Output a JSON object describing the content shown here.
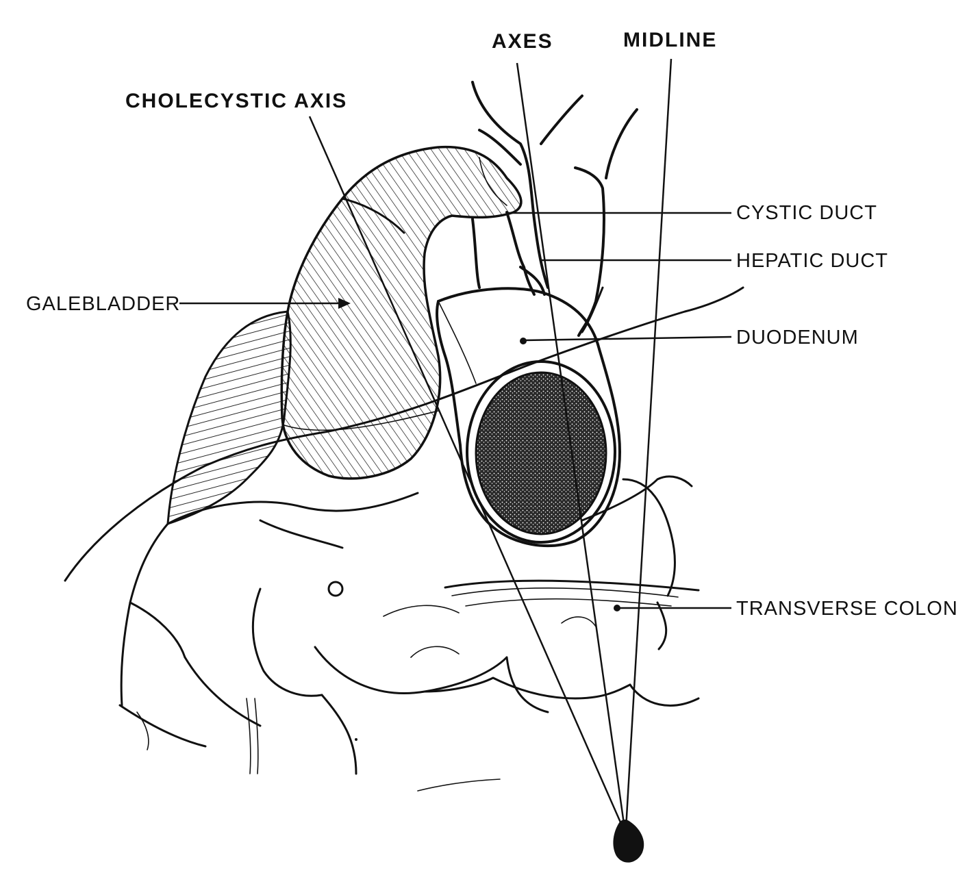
{
  "labels": {
    "faded_axes_prefix": "",
    "axes": "AXES",
    "midline": "MIDLINE",
    "cholecystic_axis": "CHOLECYSTIC AXIS",
    "cystic_duct": "CYSTIC DUCT",
    "hepatic_duct": "HEPATIC DUCT",
    "gallbladder": "GALEBLADDER",
    "duodenum": "DUODENUM",
    "transverse_colon": "TRANSVERSE COLON"
  },
  "colors": {
    "ink": "#111111",
    "background": "#ffffff"
  }
}
